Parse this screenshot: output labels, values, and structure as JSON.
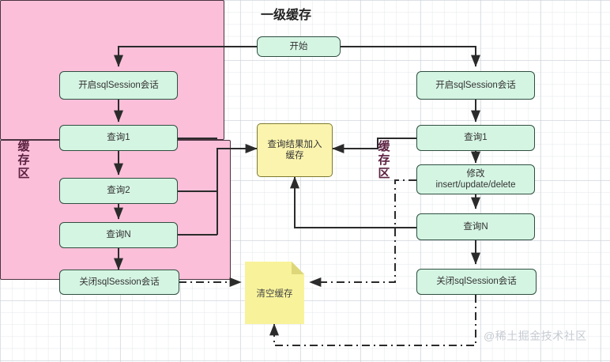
{
  "diagram": {
    "title": "一级缓存",
    "watermark": "@稀土掘金技术社区",
    "colors": {
      "process_fill": "#d5f5e3",
      "process_stroke": "#2f4f40",
      "region_fill": "#fbbfd9",
      "region_stroke": "#4a3340",
      "note_fill": "#fbf4ae",
      "note_stroke": "#7d7a31",
      "sticky_fill": "#f8f39a",
      "edge_stroke": "#2b2b2b",
      "grid": "#c8ced6"
    },
    "nodes": {
      "start": "开始",
      "left_open_session": "开启sqlSession会话",
      "left_query_1": "查询1",
      "left_query_2": "查询2",
      "left_query_n": "查询N",
      "left_close_session": "关闭sqlSession会话",
      "left_region_label": "缓存区",
      "cache_result": "查询结果加入\n缓存",
      "right_open_session": "开启sqlSession会话",
      "right_query_1": "查询1",
      "right_modify": "修改\ninsert/update/delete",
      "right_query_n": "查询N",
      "right_close_session": "关闭sqlSession会话",
      "right_region_label": "缓存区",
      "clear_cache_note": "清空缓存"
    },
    "edges": [
      {
        "from": "start",
        "to": "left_open_session",
        "style": "solid"
      },
      {
        "from": "start",
        "to": "right_open_session",
        "style": "solid"
      },
      {
        "from": "left_open_session",
        "to": "left_query_1",
        "style": "solid"
      },
      {
        "from": "left_query_1",
        "to": "left_query_2",
        "style": "solid"
      },
      {
        "from": "left_query_2",
        "to": "left_query_n",
        "style": "solid"
      },
      {
        "from": "left_query_1",
        "to": "cache_result",
        "style": "solid"
      },
      {
        "from": "left_query_2",
        "to": "cache_result",
        "style": "solid"
      },
      {
        "from": "left_query_n",
        "to": "cache_result",
        "style": "solid"
      },
      {
        "from": "left_query_n",
        "to": "left_close_session",
        "style": "solid"
      },
      {
        "from": "left_close_session",
        "to": "clear_cache_note",
        "style": "dash-dot"
      },
      {
        "from": "right_open_session",
        "to": "right_query_1",
        "style": "solid"
      },
      {
        "from": "right_query_1",
        "to": "right_modify",
        "style": "solid"
      },
      {
        "from": "right_modify",
        "to": "right_query_n",
        "style": "solid"
      },
      {
        "from": "right_query_1",
        "to": "cache_result",
        "style": "solid"
      },
      {
        "from": "right_query_n",
        "to": "cache_result",
        "style": "solid"
      },
      {
        "from": "right_query_n",
        "to": "right_close_session",
        "style": "solid"
      },
      {
        "from": "right_modify",
        "to": "clear_cache_note",
        "style": "dash-dot"
      },
      {
        "from": "right_close_session",
        "to": "clear_cache_note",
        "style": "dash-dot"
      }
    ]
  }
}
